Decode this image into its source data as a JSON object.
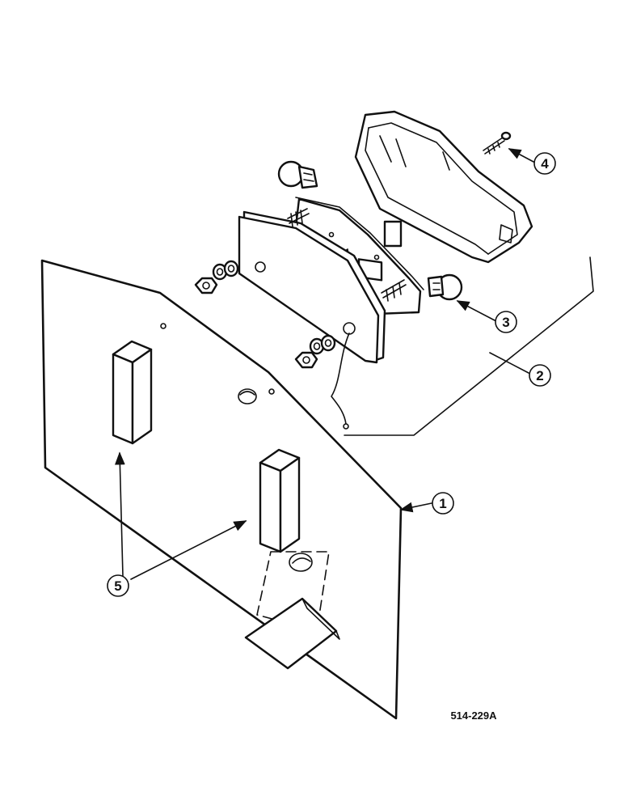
{
  "diagram": {
    "reference_code": "514-229A",
    "callouts": [
      {
        "id": "1",
        "label": "1"
      },
      {
        "id": "2",
        "label": "2"
      },
      {
        "id": "3",
        "label": "3"
      },
      {
        "id": "4",
        "label": "4"
      },
      {
        "id": "5",
        "label": "5"
      }
    ]
  }
}
